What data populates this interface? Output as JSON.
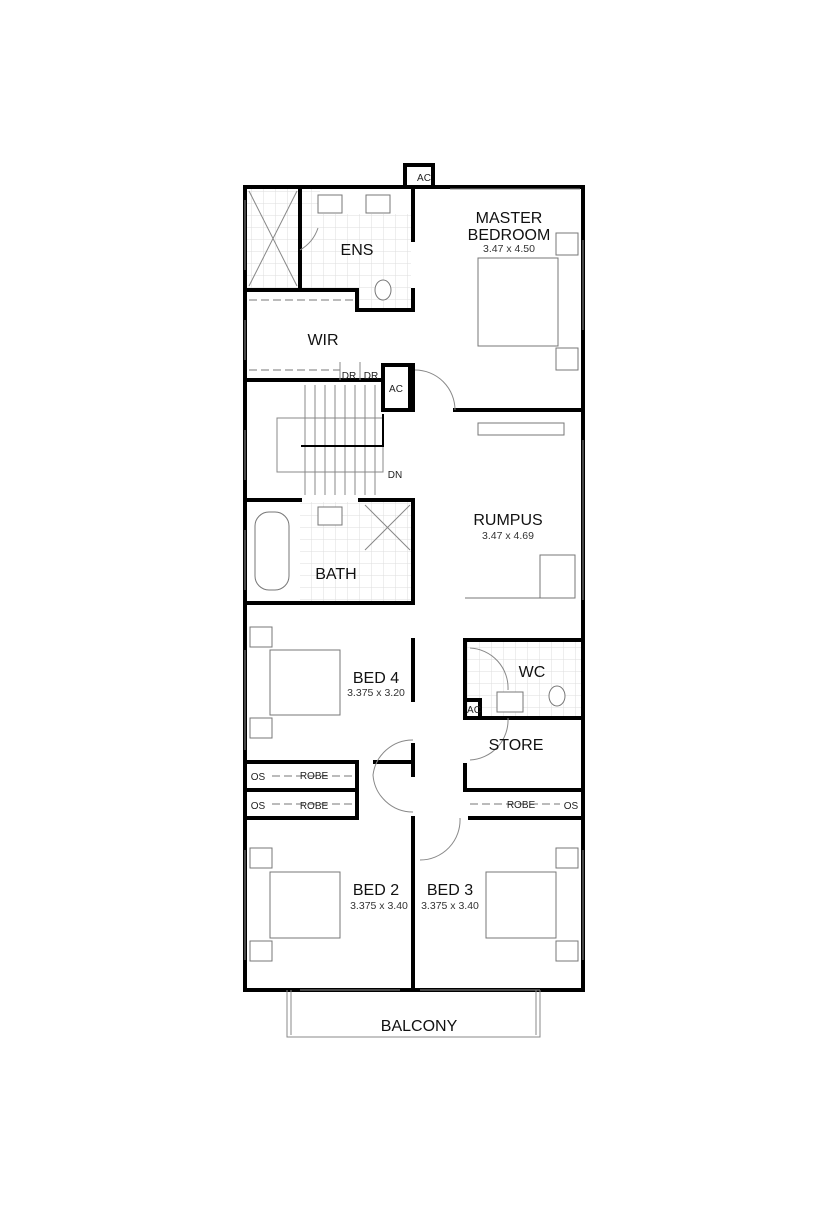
{
  "plan": {
    "rooms": [
      {
        "name": "MASTER",
        "name2": "BEDROOM",
        "dims": "3.47 x 4.50"
      },
      {
        "name": "ENS"
      },
      {
        "name": "WIR"
      },
      {
        "name": "RUMPUS",
        "dims": "3.47 x 4.69"
      },
      {
        "name": "BATH"
      },
      {
        "name": "WC"
      },
      {
        "name": "STORE"
      },
      {
        "name": "BED 4",
        "dims": "3.375 x 3.20"
      },
      {
        "name": "BED 2",
        "dims": "3.375 x 3.40"
      },
      {
        "name": "BED 3",
        "dims": "3.375 x 3.40"
      },
      {
        "name": "BALCONY"
      }
    ],
    "labels": {
      "ac": "AC",
      "dr": "DR",
      "dn": "DN",
      "robe": "ROBE",
      "os": "OS"
    }
  }
}
